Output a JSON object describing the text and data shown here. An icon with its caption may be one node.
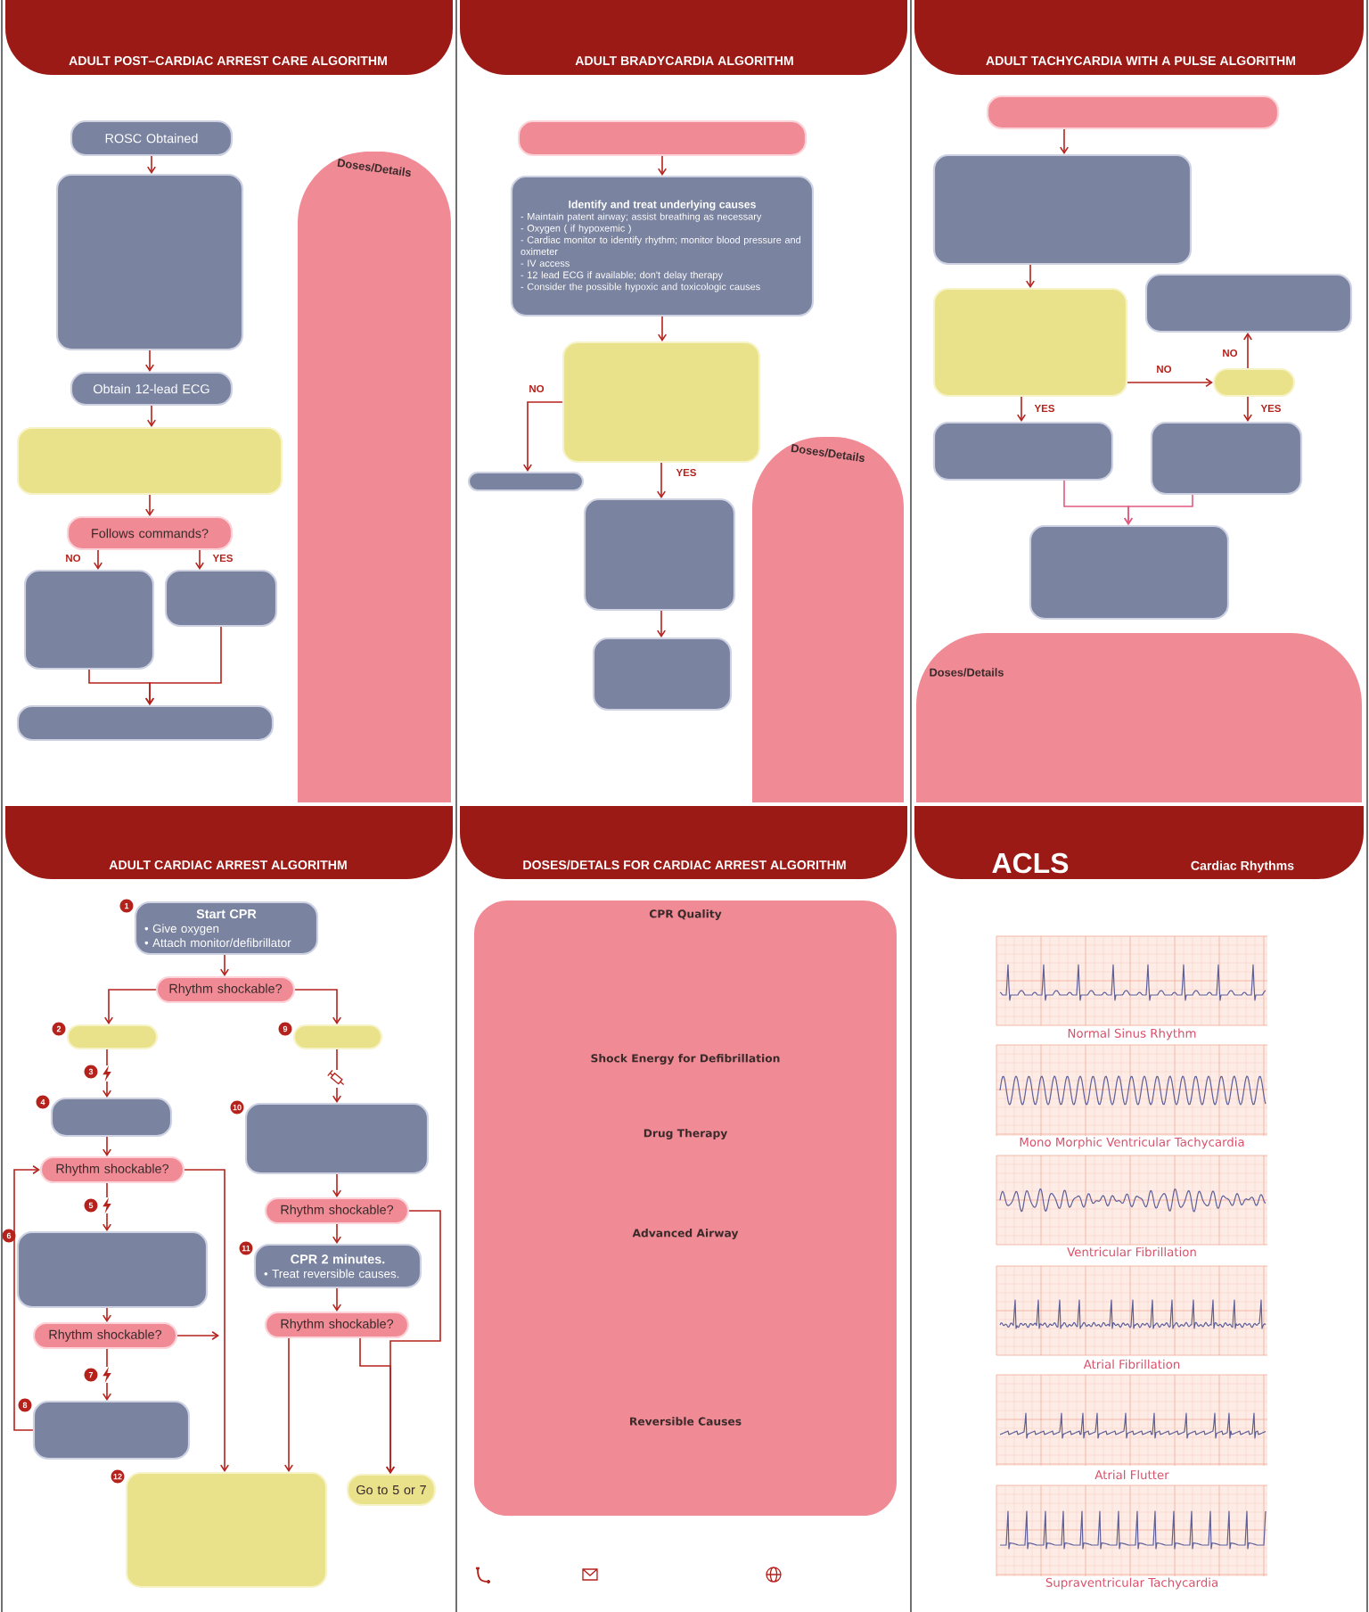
{
  "diagram": {
    "nodes": [
      {
        "text": [
          "ROSC Obtained"
        ]
      },
      {
        "text": [],
        "shape": "box"
      },
      {
        "text": [
          "Obtain 12-lead ECG"
        ]
      },
      {
        "text": [],
        "shape": "box"
      },
      {
        "text": [
          "Follows commands?"
        ]
      },
      {
        "text": [],
        "shape": "box"
      },
      {
        "text": [],
        "shape": "box"
      },
      {
        "text": [],
        "shape": "box"
      },
      {
        "text": [
          "Doses/Details"
        ]
      },
      {
        "text": [],
        "shape": "box"
      },
      {
        "text": [
          "Identify and treat underlying causes",
          "- Maintain patent airway; assist breathing as necessary",
          "- Oxygen ( if hypoxemic )",
          "- Cardiac monitor to identify rhythm; monitor blood pressure and oximeter",
          "- IV access",
          "- 12 lead ECG if available; don't delay therapy",
          "- Consider the possible hypoxic and toxicologic causes"
        ]
      },
      {
        "text": [],
        "shape": "box"
      },
      {
        "text": [],
        "shape": "box"
      },
      {
        "text": [],
        "shape": "box"
      },
      {
        "text": [],
        "shape": "box"
      },
      {
        "text": [
          "Doses/Details"
        ]
      },
      {
        "text": [],
        "shape": "box"
      },
      {
        "text": [],
        "shape": "box"
      },
      {
        "text": [],
        "shape": "box"
      },
      {
        "text": [],
        "shape": "box"
      },
      {
        "text": [],
        "shape": "box"
      },
      {
        "text": [],
        "shape": "box"
      },
      {
        "text": [],
        "shape": "box"
      },
      {
        "text": [],
        "shape": "box"
      },
      {
        "text": [
          "Doses/Details"
        ]
      },
      {
        "text": [
          "Start CPR",
          "• Give oxygen",
          "• Attach monitor/defibrillator"
        ],
        "beside": [
          "1"
        ]
      },
      {
        "text": [
          "Rhythm shockable?"
        ]
      },
      {
        "text": [],
        "shape": "box",
        "beside": [
          "2"
        ]
      },
      {
        "text": [],
        "shape": "box",
        "beside": [
          "9"
        ]
      },
      {
        "text": [],
        "shape": "box",
        "beside": [
          "4"
        ]
      },
      {
        "text": [],
        "shape": "box",
        "beside": [
          "10"
        ]
      },
      {
        "text": [
          "Rhythm shockable?"
        ]
      },
      {
        "text": [],
        "shape": "box",
        "beside": [
          "6"
        ]
      },
      {
        "text": [
          "Rhythm shockable?"
        ]
      },
      {
        "text": [
          "CPR 2 minutes.",
          "• Treat reversible causes."
        ],
        "beside": [
          "11"
        ]
      },
      {
        "text": [
          "Rhythm shockable?"
        ]
      },
      {
        "text": [
          "Rhythm shockable?"
        ]
      },
      {
        "text": [],
        "shape": "box",
        "beside": [
          "8"
        ]
      },
      {
        "text": [],
        "shape": "box",
        "beside": [
          "12"
        ]
      },
      {
        "text": [
          "Go to 5 or 7"
        ]
      },
      {
        "text": [
          "CPR Quality",
          "Shock Energy for Defibrillation",
          "Drug Therapy",
          "Advanced Airway",
          "Reversible Causes"
        ]
      }
    ],
    "edges": [
      {
        "from": 0,
        "to": 1,
        "arrow": "to"
      },
      {
        "from": 1,
        "to": 2,
        "arrow": "to"
      },
      {
        "from": 2,
        "to": 3,
        "arrow": "to"
      },
      {
        "from": 3,
        "to": 4,
        "arrow": "to"
      },
      {
        "from": 4,
        "to": 5,
        "arrow": "to",
        "label": "NO"
      },
      {
        "from": 4,
        "to": 6,
        "arrow": "to",
        "label": "YES"
      },
      {
        "from": 5,
        "to": 7,
        "arrow": "to"
      },
      {
        "from": 6,
        "to": 7,
        "arrow": "to"
      },
      {
        "from": 9,
        "to": 10,
        "arrow": "to"
      },
      {
        "from": 10,
        "to": 11,
        "arrow": "to"
      },
      {
        "from": 11,
        "to": 12,
        "arrow": "to",
        "label": "NO"
      },
      {
        "from": 11,
        "to": 13,
        "arrow": "to",
        "label": "YES"
      },
      {
        "from": 13,
        "to": 14,
        "arrow": "to"
      },
      {
        "from": 16,
        "to": 17,
        "arrow": "to"
      },
      {
        "from": 17,
        "to": 18,
        "arrow": "to"
      },
      {
        "from": 18,
        "to": 20,
        "arrow": "to",
        "label": "NO"
      },
      {
        "from": 20,
        "to": 19,
        "arrow": "to",
        "label": "NO"
      },
      {
        "from": 18,
        "to": 21,
        "arrow": "to",
        "label": "YES"
      },
      {
        "from": 20,
        "to": 22,
        "arrow": "to",
        "label": "YES"
      },
      {
        "from": 21,
        "to": 23,
        "arrow": "to",
        "color": "#e25a80"
      },
      {
        "from": 22,
        "to": 23,
        "arrow": "to",
        "color": "#e25a80"
      },
      {
        "from": 25,
        "to": 26,
        "arrow": "to"
      },
      {
        "from": 26,
        "to": 27,
        "arrow": "to"
      },
      {
        "from": 26,
        "to": 28,
        "arrow": "to"
      },
      {
        "from": 27,
        "to": 29,
        "arrow": "to"
      },
      {
        "from": 29,
        "to": 31,
        "arrow": "to"
      },
      {
        "from": 31,
        "to": 32,
        "arrow": "to"
      },
      {
        "from": 32,
        "to": 35,
        "arrow": "to"
      },
      {
        "from": 35,
        "to": 37,
        "arrow": "to"
      },
      {
        "from": 37,
        "to": 31,
        "arrow": "to"
      },
      {
        "from": 31,
        "to": 38,
        "arrow": "to"
      },
      {
        "from": 35,
        "to": null,
        "arrow": "to"
      },
      {
        "from": 28,
        "to": 30,
        "arrow": "to"
      },
      {
        "from": 30,
        "to": 33,
        "arrow": "to"
      },
      {
        "from": 33,
        "to": 34,
        "arrow": "to"
      },
      {
        "from": 34,
        "to": 36,
        "arrow": "to"
      },
      {
        "from": 33,
        "to": 39,
        "arrow": "to"
      },
      {
        "from": 36,
        "to": 39,
        "arrow": "to"
      },
      {
        "from": 36,
        "to": 38,
        "arrow": "to"
      }
    ],
    "labels": [
      "ADULT POST–CARDIAC ARREST CARE ALGORITHM",
      "ADULT BRADYCARDIA ALGORITHM",
      "ADULT TACHYCARDIA WITH A PULSE ALGORITHM",
      "ADULT CARDIAC ARREST ALGORITHM",
      "DOSES/DETALS FOR CARDIAC ARREST ALGORITHM",
      "ACLS",
      "Cardiac Rhythms",
      "3",
      "5",
      "7",
      "Normal Sinus Rhythm",
      "Mono Morphic Ventricular Tachycardia",
      "Ventricular Fibrillation",
      "Atrial Fibrillation",
      "Atrial Flutter",
      "Supraventricular Tachycardia"
    ]
  }
}
